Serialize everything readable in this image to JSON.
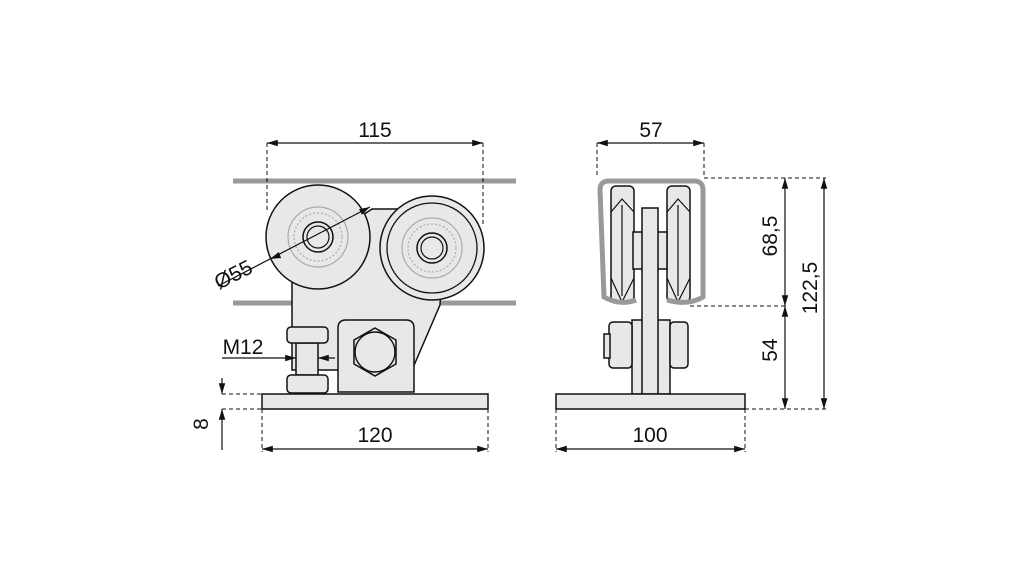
{
  "side_view": {
    "width_top": "115",
    "wheel_diameter": "Ø55",
    "bolt_size": "M12",
    "plate_thickness": "8",
    "base_length": "120"
  },
  "front_view": {
    "track_width": "57",
    "upper_height": "68,5",
    "lower_height": "54",
    "total_height": "122,5",
    "base_width": "100"
  }
}
